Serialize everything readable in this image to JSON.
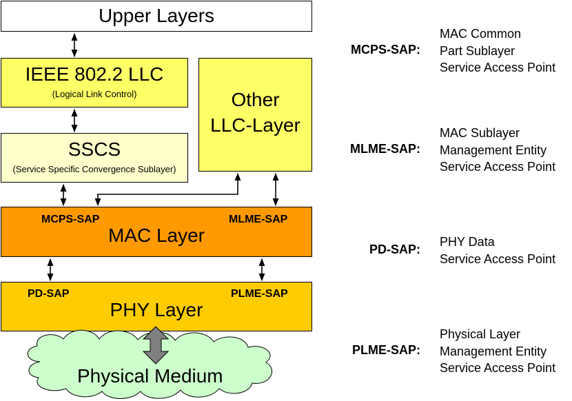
{
  "colors": {
    "upper": "#ffffff",
    "llc": "#ffff66",
    "sscs": "#ffffcc",
    "other_llc": "#ffff66",
    "mac": "#ff9900",
    "phy": "#ffcc00",
    "medium": "#ccffcc",
    "medium_arrow": "#808080"
  },
  "layers": {
    "upper": {
      "title": "Upper Layers"
    },
    "llc": {
      "title": "IEEE 802.2 LLC",
      "subtitle": "(Logical Link Control)"
    },
    "sscs": {
      "title": "SSCS",
      "subtitle": "(Service Specific Convergence Sublayer)"
    },
    "other_llc": {
      "line1": "Other",
      "line2": "LLC-Layer"
    },
    "mac": {
      "title": "MAC Layer",
      "sap_left": "MCPS-SAP",
      "sap_right": "MLME-SAP"
    },
    "phy": {
      "title": "PHY Layer",
      "sap_left": "PD-SAP",
      "sap_right": "PLME-SAP"
    },
    "medium": {
      "title": "Physical Medium"
    }
  },
  "legend": [
    {
      "abbr": "MCPS-SAP:",
      "lines": [
        "MAC Common",
        "Part Sublayer",
        "Service Access Point"
      ]
    },
    {
      "abbr": "MLME-SAP:",
      "lines": [
        "MAC Sublayer",
        "Management Entity",
        "Service Access Point"
      ]
    },
    {
      "abbr": "PD-SAP:",
      "lines": [
        "PHY Data",
        "Service Access Point"
      ]
    },
    {
      "abbr": "PLME-SAP:",
      "lines": [
        "Physical Layer",
        "Management Entity",
        "Service Access Point"
      ]
    }
  ]
}
